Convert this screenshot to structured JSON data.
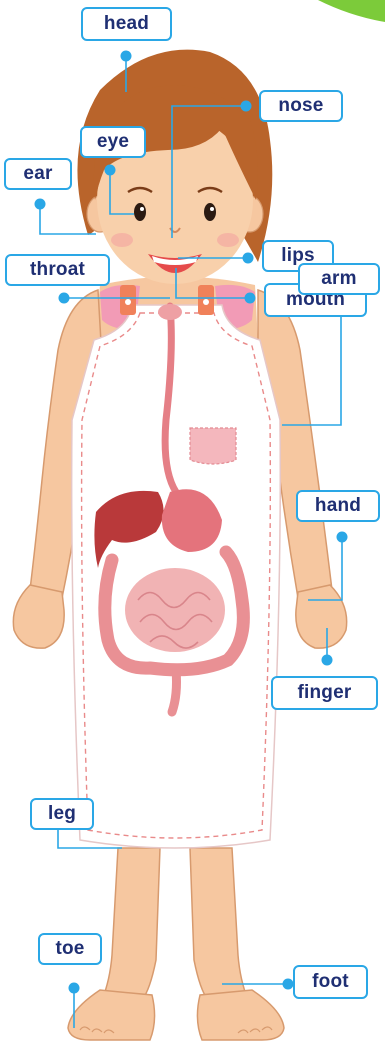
{
  "diagram": {
    "labels": {
      "head": "head",
      "nose": "nose",
      "eye": "eye",
      "ear": "ear",
      "lips": "lips",
      "throat": "throat",
      "mouth": "mouth",
      "arm": "arm",
      "hand": "hand",
      "finger": "finger",
      "leg": "leg",
      "toe": "toe",
      "foot": "foot"
    },
    "colors": {
      "label_border": "#2aa7e6",
      "label_text": "#1f2f73",
      "leader_line": "#2aa7e6",
      "skin": "#f6c7a0",
      "hair": "#b9642b",
      "apron": "#ffffff",
      "organs": "#e57f86",
      "corner_accent": "#7ccb3a"
    }
  }
}
